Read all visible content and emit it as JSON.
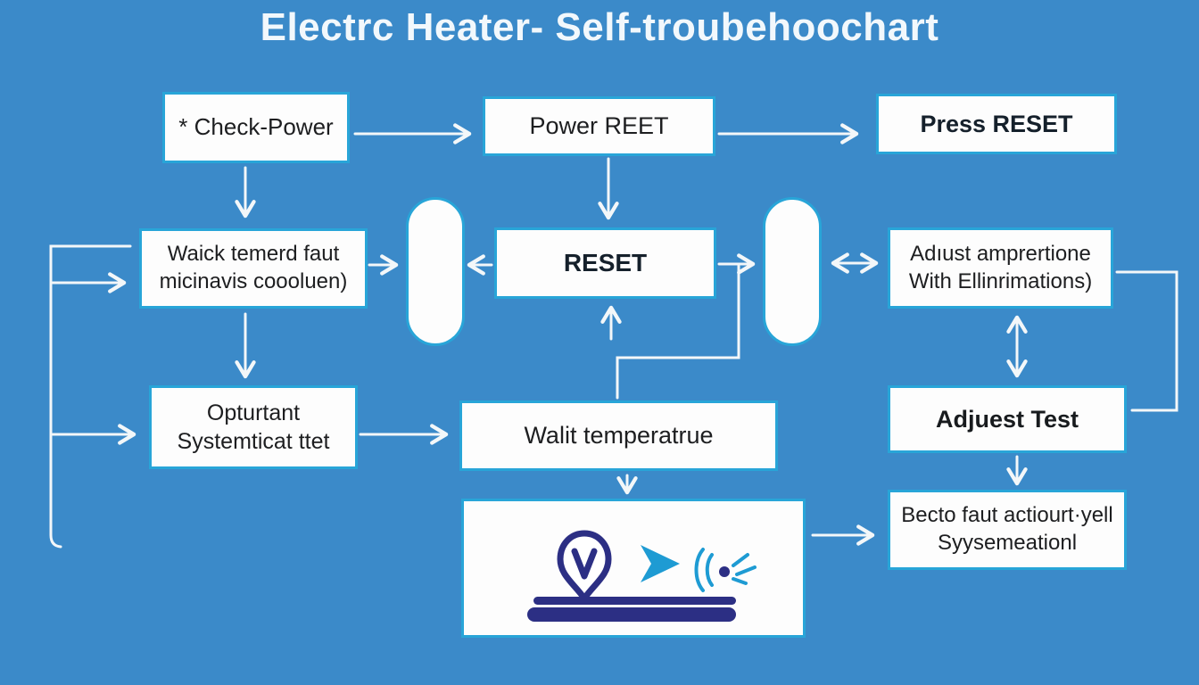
{
  "title": "Electrc Heater- Self-troubehoochart",
  "colors": {
    "background": "#3b8ac9",
    "box_border": "#28a5d8",
    "box_fill": "#fdfdfd",
    "arrow": "#f3f7f9",
    "text": "#1d1e20",
    "title_text": "#f2f8fc",
    "icon_navy": "#2c2f84",
    "icon_teal": "#1e9bd3"
  },
  "nodes": {
    "check_power": {
      "label": "* Check-Power"
    },
    "power_reet": {
      "label": "Power REET"
    },
    "press_reset": {
      "label": "Press RESET"
    },
    "waick": {
      "line1": "Waick temerd faut",
      "line2": "micinavis coooluen)"
    },
    "reset": {
      "label": "RESET"
    },
    "adiust": {
      "line1": "Adıust amprertione",
      "line2": "With Ellinrimations)"
    },
    "opturtant": {
      "line1": "Opturtant",
      "line2": "Systemticat ttet"
    },
    "wait_temperature": {
      "label": "Walit temperatrue"
    },
    "adjuest_test": {
      "label": "Adjuest Test"
    },
    "becto": {
      "line1": "Becto faut actiourt·yell",
      "line2": "Syysemeationl"
    }
  },
  "icons": {
    "pin": "location-pin-icon",
    "play": "play-icon",
    "waves": "sound-waves-icon",
    "bars": "heater-base-bars"
  }
}
